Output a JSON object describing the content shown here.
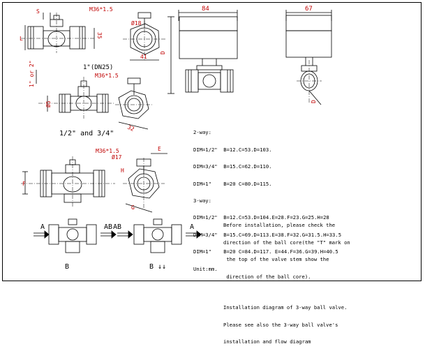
{
  "labels": {
    "m36_a": "M36*1.5",
    "m36_b": "M36*1.5",
    "m36_c": "M36*1.5",
    "dim_s": "S",
    "dim_35": "35",
    "dim_l": "L",
    "dim_d18": "Ø18",
    "dim_41": "41",
    "dim_84": "84",
    "dim_67": "67",
    "dim_d_top": "D",
    "dim_d_right": "D",
    "dim_1in": "1\"(DN25)",
    "dim_1or2": "1\" or 2\"",
    "dim_d5": "Ø5",
    "dim_32": "32",
    "half_3q": "1/2\" and 3/4\"",
    "dim_d17": "Ø17",
    "dim_e": "E",
    "dim_f": "F",
    "dim_h": "H",
    "dim_g": "G",
    "inst_a1": "A",
    "inst_b1": "B",
    "inst_ab1": "AB",
    "inst_ab2": "AB",
    "inst_b2": "B",
    "inst_b2_arrows": "B ↓↓",
    "inst_a2": "A"
  },
  "spec_lines": [
    "2-way:",
    "DIM=1/2\"  B=12.C=53.D=103.",
    "DIM=3/4\"  B=15.C=62.D=110.",
    "DIM=1\"    B=20 C=80.D=115.",
    "3-way:",
    "DIM=1/2\"  B=12.C=53.D=104.E=28.F=23.G=25.H=28",
    "DIM=3/4\"  B=15.C=69.D=113.E=38.F=32.G=31.5.H=33.5",
    "DIM=1\"    B=20 C=84.D=117. E=44.F=36.G=39.H=40.5",
    "Unit:mm."
  ],
  "note_lines": [
    "Before installation, please check the",
    "direction of the ball core(the \"T\" mark on",
    " the top of the valve stem show the",
    " direction of the ball core).",
    "",
    "Installation diagram of 3-way ball valve.",
    "Please see also the 3-way ball valve's",
    "installation and flow diagram"
  ]
}
